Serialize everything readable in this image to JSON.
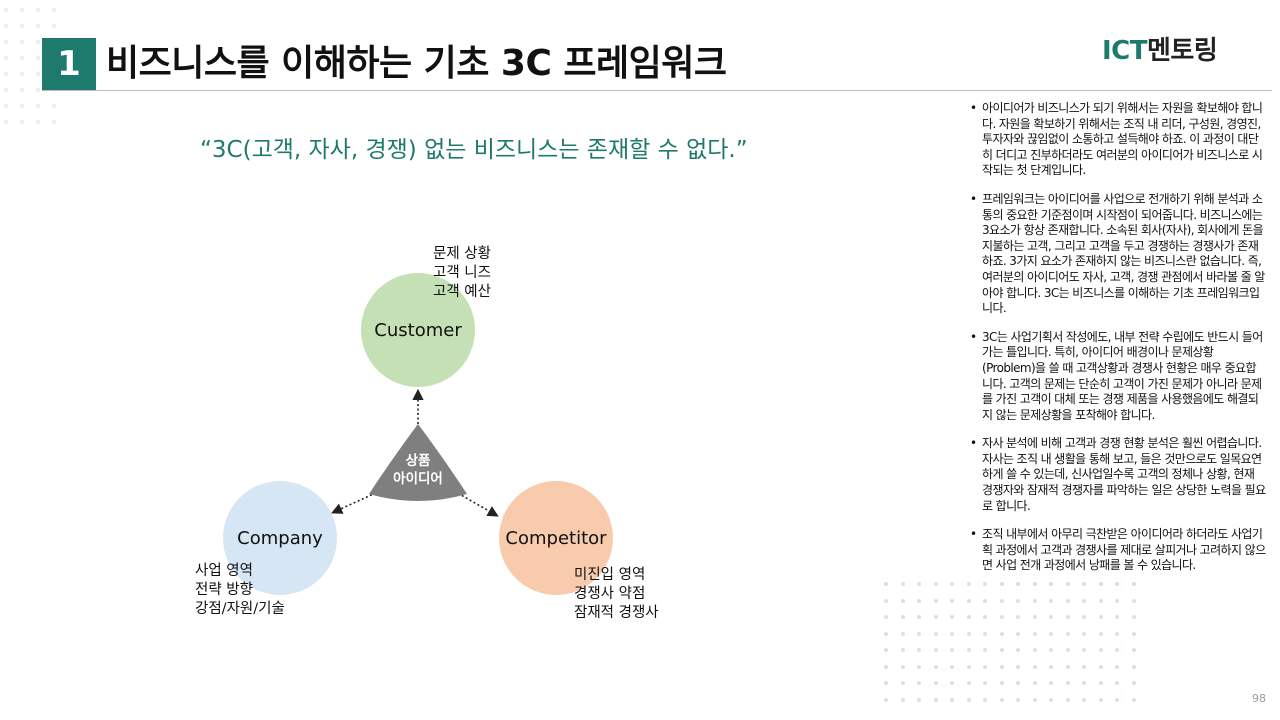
{
  "header": {
    "section_number": "1",
    "title": "비즈니스를 이해하는 기초 3C 프레임워크",
    "logo_ict": "ICT",
    "logo_kr": "멘토링"
  },
  "quote": "“3C(고객, 자사, 경쟁) 없는 비즈니스는 존재할 수 없다.”",
  "diagram": {
    "center": [
      "상품",
      "아이디어"
    ],
    "customer": {
      "label": "Customer",
      "notes": [
        "문제 상황",
        "고객 니즈",
        "고객 예산"
      ]
    },
    "company": {
      "label": "Company",
      "notes": [
        "사업 영역",
        "전략 방향",
        "강점/자원/기술"
      ]
    },
    "competitor": {
      "label": "Competitor",
      "notes": [
        "미진입 영역",
        "경쟁사 약점",
        "잠재적 경쟁사"
      ]
    },
    "colors": {
      "customer": "#c5e0b4",
      "company": "#d6e6f4",
      "competitor": "#f8cbad",
      "center": "#7f7f7f",
      "accent": "#1e7a6c"
    }
  },
  "bullets": [
    "아이디어가 비즈니스가 되기 위해서는 자원을 확보해야 합니다. 자원을 확보하기 위해서는 조직 내 리더, 구성원, 경영진, 투자자와 끊임없이 소통하고 설득해야 하죠. 이 과정이 대단히 더디고 진부하더라도 여러분의 아이디어가 비즈니스로 시작되는 첫 단계입니다.",
    "프레임워크는 아이디어를 사업으로 전개하기 위해 분석과 소통의 중요한 기준점이며 시작점이 되어줍니다. 비즈니스에는 3요소가 항상 존재합니다. 소속된 회사(자사), 회사에게 돈을 지불하는 고객, 그리고 고객을 두고 경쟁하는 경쟁사가 존재하죠. 3가지 요소가 존재하지 않는 비즈니스란 없습니다. 즉, 여러분의 아이디어도 자사, 고객, 경쟁 관점에서 바라볼 줄 알아야 합니다. 3C는 비즈니스를 이해하는 기초 프레임워크입니다.",
    "3C는 사업기획서 작성에도, 내부 전략 수립에도 반드시 들어가는 틀입니다. 특히, 아이디어 배경이나 문제상황(Problem)을 쓸 때 고객상황과 경쟁사 현황은 매우 중요합니다. 고객의 문제는 단순히 고객이 가진 문제가 아니라 문제를 가진 고객이 대체 또는 경쟁 제품을 사용했음에도 해결되지 않는 문제상황을 포착해야 합니다.",
    "자사 분석에 비해 고객과 경쟁 현황 분석은 훨씬 어렵습니다. 자사는 조직 내 생활을 통해 보고, 들은 것만으로도 일목요연하게 쓸 수 있는데, 신사업일수록 고객의 정체나 상황, 현재 경쟁자와 잠재적 경쟁자를 파악하는 일은 상당한 노력을 필요로 합니다.",
    "조직 내부에서 아무리 극찬받은 아이디어라 하더라도 사업기획 과정에서 고객과 경쟁사를 제대로 살피거나 고려하지 않으면 사업 전개 과정에서 낭패를 볼 수 있습니다."
  ],
  "page_number": "98"
}
